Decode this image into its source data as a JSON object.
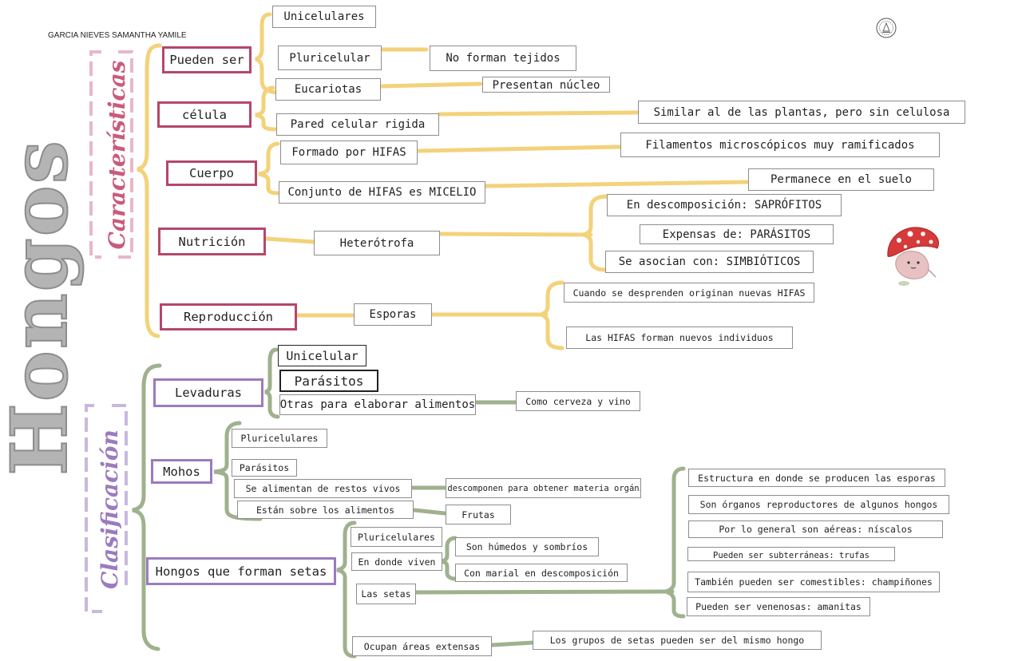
{
  "author": "GARCIA NIEVES SAMANTHA YAMILE",
  "title": "Hongos",
  "sections": {
    "caracteristicas": "Características",
    "clasificacion": "Clasificación"
  },
  "icons": {
    "seal": "university-seal-icon",
    "mushroom": "mushroom-character-icon"
  },
  "colors": {
    "characteristics_accent": "#b5476a",
    "characteristics_lines": "#f3d27a",
    "classification_accent": "#9b7bbf",
    "classification_lines": "#9fb18e"
  },
  "caracteristicas": {
    "pueden_ser": {
      "label": "Pueden ser",
      "unicelulares": "Unicelulares",
      "pluricelular": "Pluricelular",
      "no_forman_tejidos": "No forman tejidos"
    },
    "celula": {
      "label": "célula",
      "eucariotas": "Eucariotas",
      "presentan_nucleo": "Presentan núcleo",
      "pared": "Pared celular rigida",
      "similar": "Similar al de las plantas, pero sin celulosa"
    },
    "cuerpo": {
      "label": "Cuerpo",
      "hifas": "Formado por HIFAS",
      "filamentos": "Filamentos microscópicos muy ramificados",
      "micelio": "Conjunto de HIFAS es MICELIO",
      "suelo": "Permanece en el suelo"
    },
    "nutricion": {
      "label": "Nutrición",
      "heterotrofa": "Heterótrofa",
      "saprofitos": "En descomposición: SAPRÓFITOS",
      "parasitos": "Expensas de: PARÁSITOS",
      "simbioticos": "Se asocian con: SIMBIÓTICOS"
    },
    "reproduccion": {
      "label": "Reproducción",
      "esporas": "Esporas",
      "desprenden": "Cuando se desprenden originan nuevas HIFAS",
      "individuos": "Las HIFAS forman nuevos individuos"
    }
  },
  "clasificacion": {
    "levaduras": {
      "label": "Levaduras",
      "unicelular": "Unicelular",
      "parasitos": "Parásitos",
      "alimentos": "Otras para elaborar alimentos",
      "cerveza": "Como cerveza y vino"
    },
    "mohos": {
      "label": "Mohos",
      "pluricelulares": "Pluricelulares",
      "parasitos": "Parásitos",
      "restos": "Se alimentan de restos vivos",
      "descomponen": "Se descomponen para obtener materia orgánica",
      "sobre_alimentos": "Están sobre los alimentos",
      "frutas": "Frutas"
    },
    "setas": {
      "label": "Hongos que forman setas",
      "pluricelulares": "Pluricelulares",
      "donde_viven": "En donde viven",
      "humedos": "Son húmedos y sombríos",
      "marial": "Con marial en descomposición",
      "las_setas": "Las setas",
      "estructura": "Estructura en donde se producen las esporas",
      "organos": "Son órganos reproductores de algunos hongos",
      "aereas": "Por lo general son aéreas: níscalos",
      "subterraneas": "Pueden ser subterráneas: trufas",
      "comestibles": "También pueden ser comestibles: champiñones",
      "venenosas": "Pueden ser venenosas: amanitas",
      "areas_extensas": "Ocupan áreas extensas",
      "grupos": "Los grupos de setas pueden ser del mismo hongo"
    }
  }
}
